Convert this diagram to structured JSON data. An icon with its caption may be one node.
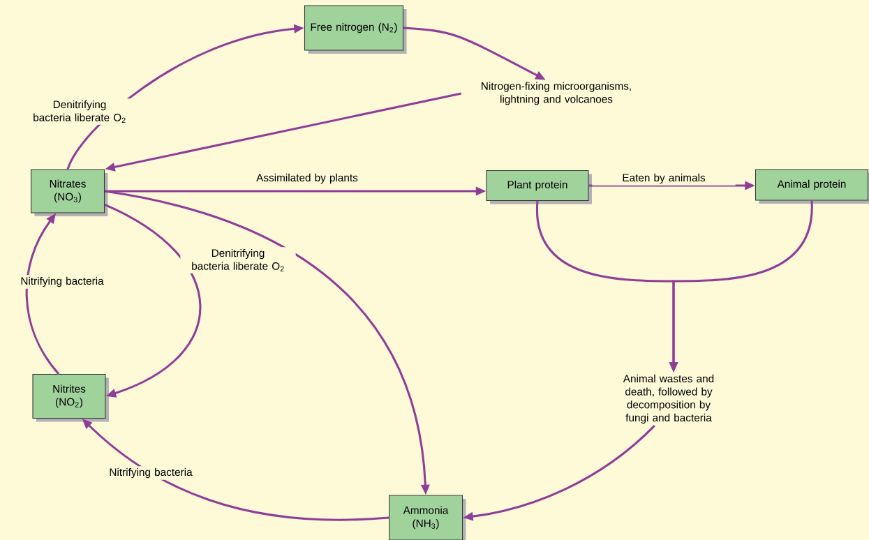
{
  "diagram": {
    "nodes": [
      {
        "text": [
          "Free nitrogen (N$_{2}$)"
        ]
      },
      {
        "text": [
          "Nitrogen-fixing microorganisms, lightning and volcanoes"
        ]
      },
      {
        "text": [
          "Nitrates (NO$_{3}$)"
        ]
      },
      {
        "text": [
          "Plant protein"
        ]
      },
      {
        "text": [
          "Animal protein"
        ]
      },
      {
        "text": [
          "Animal wastes and death, followed by decomposition by fungi and bacteria"
        ]
      },
      {
        "text": [
          "Nitrites (NO$_{2}$)"
        ]
      },
      {
        "text": [
          "Ammonia (NH$_{3}$)"
        ]
      }
    ],
    "edges": [
      {
        "from": 2,
        "to": 0,
        "arrow": "to",
        "label": "Denitrifying bacteria liberate O$_{2}$"
      },
      {
        "from": 0,
        "to": 1,
        "arrow": "to"
      },
      {
        "from": 1,
        "to": 2,
        "arrow": "to"
      },
      {
        "from": 2,
        "to": 3,
        "arrow": "to",
        "label": "Assimilated by plants"
      },
      {
        "from": 3,
        "to": 4,
        "arrow": "to",
        "label": "Eaten by animals"
      },
      {
        "from": 3,
        "to": 5,
        "arrow": "to"
      },
      {
        "from": 4,
        "to": 5,
        "arrow": "to"
      },
      {
        "from": 5,
        "to": 7,
        "arrow": "to"
      },
      {
        "from": 7,
        "to": 6,
        "arrow": "to",
        "label": "Nitrifying bacteria"
      },
      {
        "from": 6,
        "to": 2,
        "arrow": "to",
        "label": "Nitrifying bacteria"
      },
      {
        "from": 2,
        "to": 6,
        "arrow": "to"
      },
      {
        "from": 2,
        "to": 7,
        "arrow": "to",
        "label": "Denitrifying bacteria liberate O$_{2}$"
      }
    ]
  }
}
